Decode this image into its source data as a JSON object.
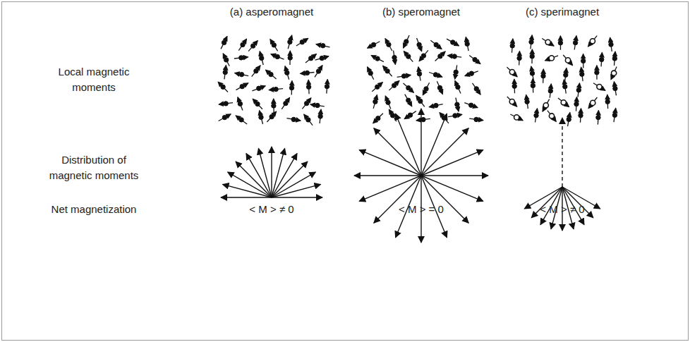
{
  "diagram": {
    "labels": [
      "(a) asperomagnet",
      "(b) speromagnet",
      "(c) sperimagnet",
      "Local magnetic moments",
      "Distribution of magnetic moments",
      "Net magnetization",
      "< M > ≠ 0",
      "< M > = 0",
      "< M > ≠ 0"
    ]
  }
}
